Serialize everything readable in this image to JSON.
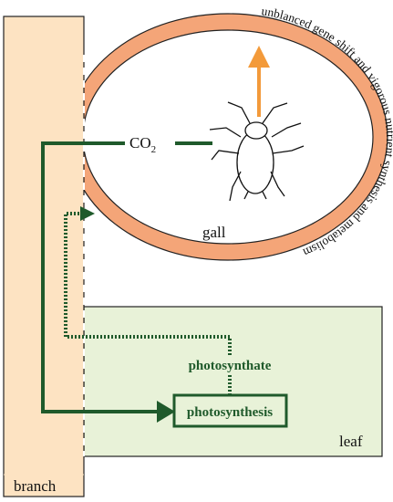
{
  "labels": {
    "branch": "branch",
    "leaf": "leaf",
    "gall": "gall",
    "co2_main": "CO",
    "co2_sub": "2",
    "photosynthate": "photosynthate",
    "photosynthesis": "photosynthesis",
    "ring_text": "unblanced gene shift and vigorous nutrient synthesis and metabolism"
  },
  "colors": {
    "branch_fill": "#fde3c2",
    "leaf_fill": "#e8f2d8",
    "ring_fill": "#f4a578",
    "arrow_green": "#1f5a2b",
    "arrow_orange": "#f39a3a",
    "outline": "#222222"
  },
  "icons": {
    "insect": "aphid-icon"
  }
}
